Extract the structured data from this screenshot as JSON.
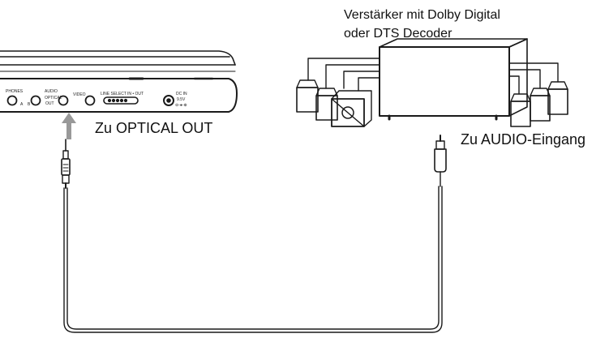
{
  "amplifier": {
    "label_line1": "Verstärker mit Dolby Digital",
    "label_line2": "oder DTS Decoder"
  },
  "callouts": {
    "optical_out": "Zu OPTICAL OUT",
    "audio_in": "Zu AUDIO-Eingang"
  },
  "player_panel": {
    "phones": "PHONES",
    "phones_a": "A",
    "phones_b": "B",
    "audio": "AUDIO",
    "optical": "OPTICAL",
    "out": "OUT",
    "video": "VIDEO",
    "line_select": "LINE SELECT",
    "in_out": "IN • OUT",
    "dc_in": "DC IN",
    "voltage": "9.5V",
    "polarity": "⊖-●-⊕"
  },
  "colors": {
    "line": "#1a1a1a",
    "arrow": "#999999",
    "background": "#ffffff"
  }
}
